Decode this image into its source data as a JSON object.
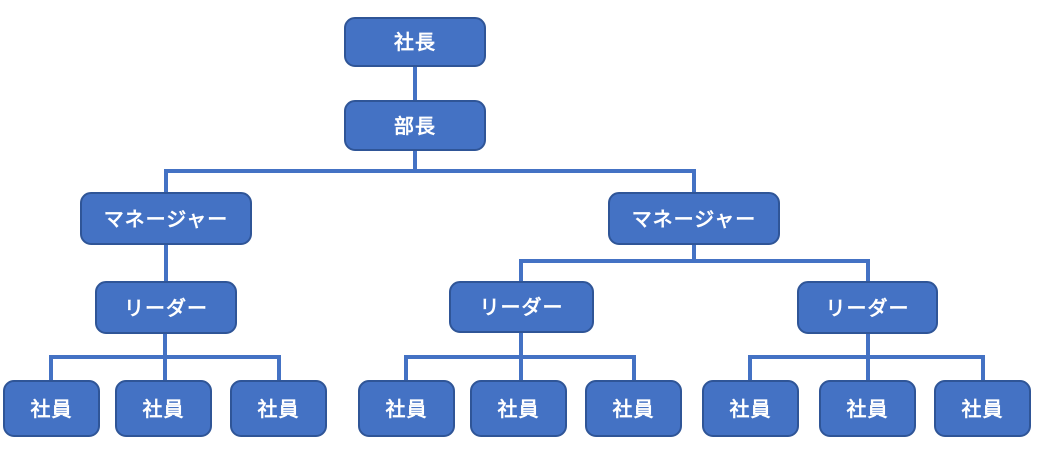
{
  "diagram": {
    "type": "org-chart",
    "colors": {
      "background": "#ffffff",
      "node_fill": "#4472C4",
      "node_border": "#2F5597",
      "connector": "#4472C4",
      "text": "#ffffff"
    },
    "nodes": [
      {
        "id": "president",
        "label": "社長",
        "level": 1
      },
      {
        "id": "director",
        "label": "部長",
        "level": 2
      },
      {
        "id": "manager-1",
        "label": "マネージャー",
        "level": 3
      },
      {
        "id": "manager-2",
        "label": "マネージャー",
        "level": 3
      },
      {
        "id": "leader-1",
        "label": "リーダー",
        "level": 4
      },
      {
        "id": "leader-2",
        "label": "リーダー",
        "level": 4
      },
      {
        "id": "leader-3",
        "label": "リーダー",
        "level": 4
      },
      {
        "id": "employee-1",
        "label": "社員",
        "level": 5
      },
      {
        "id": "employee-2",
        "label": "社員",
        "level": 5
      },
      {
        "id": "employee-3",
        "label": "社員",
        "level": 5
      },
      {
        "id": "employee-4",
        "label": "社員",
        "level": 5
      },
      {
        "id": "employee-5",
        "label": "社員",
        "level": 5
      },
      {
        "id": "employee-6",
        "label": "社員",
        "level": 5
      },
      {
        "id": "employee-7",
        "label": "社員",
        "level": 5
      },
      {
        "id": "employee-8",
        "label": "社員",
        "level": 5
      },
      {
        "id": "employee-9",
        "label": "社員",
        "level": 5
      }
    ],
    "edges": [
      [
        "president",
        "director"
      ],
      [
        "director",
        "manager-1"
      ],
      [
        "director",
        "manager-2"
      ],
      [
        "manager-1",
        "leader-1"
      ],
      [
        "manager-2",
        "leader-2"
      ],
      [
        "manager-2",
        "leader-3"
      ],
      [
        "leader-1",
        "employee-1"
      ],
      [
        "leader-1",
        "employee-2"
      ],
      [
        "leader-1",
        "employee-3"
      ],
      [
        "leader-2",
        "employee-4"
      ],
      [
        "leader-2",
        "employee-5"
      ],
      [
        "leader-2",
        "employee-6"
      ],
      [
        "leader-3",
        "employee-7"
      ],
      [
        "leader-3",
        "employee-8"
      ],
      [
        "leader-3",
        "employee-9"
      ]
    ]
  }
}
